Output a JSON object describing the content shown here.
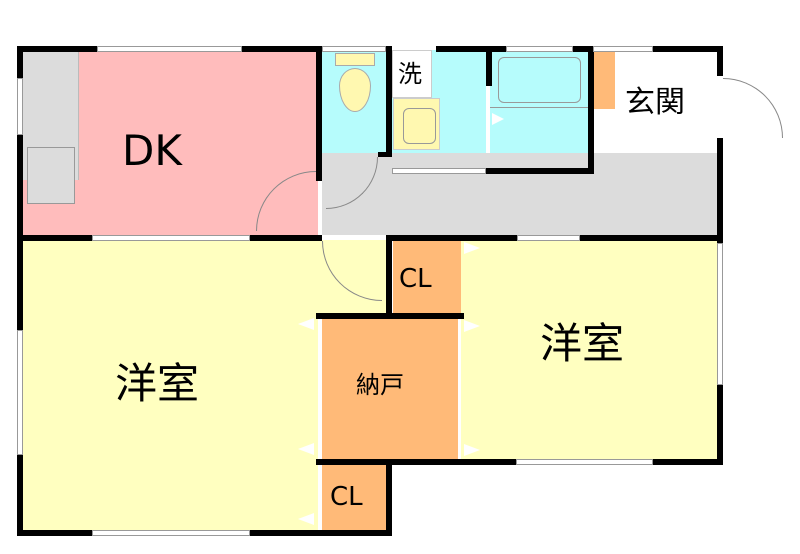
{
  "floor_plan": {
    "colors": {
      "dk": "#ffbcbc",
      "western_room": "#ffffc0",
      "storage": "#ffba78",
      "wet_area": "#b6fcfc",
      "corridor": "#dcdcdc",
      "wall": "#000000",
      "fixture": "#fff8b0"
    },
    "rooms": [
      {
        "id": "dk",
        "label": "DK"
      },
      {
        "id": "toilet",
        "label": ""
      },
      {
        "id": "washroom",
        "label": "洗"
      },
      {
        "id": "bathroom",
        "label": ""
      },
      {
        "id": "entrance",
        "label": "玄関"
      },
      {
        "id": "western_room_left",
        "label": "洋室"
      },
      {
        "id": "closet_top",
        "label": "CL"
      },
      {
        "id": "storeroom",
        "label": "納戸"
      },
      {
        "id": "closet_bottom",
        "label": "CL"
      },
      {
        "id": "western_room_right",
        "label": "洋室"
      }
    ]
  }
}
